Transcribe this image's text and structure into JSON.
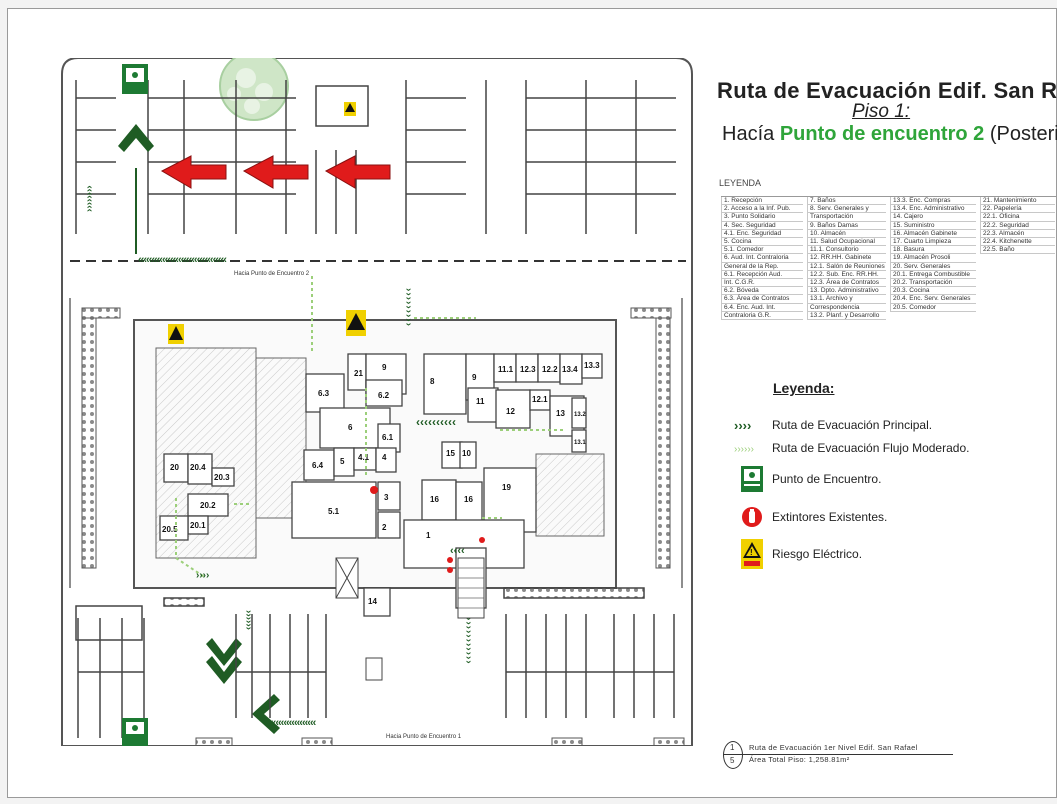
{
  "title": "Ruta de Evacuación Edif. San Rafael",
  "floor": "Piso 1:",
  "toward": {
    "prefix": "Hacía ",
    "highlight": "Punto de encuentro 2",
    "suffix": " (Posterior)"
  },
  "legend_table": {
    "title": "LEYENDA",
    "columns": [
      [
        "1.    Recepción",
        "2.    Acceso a la Inf. Pub.",
        "3.    Punto Solidario",
        "4.    Sec. Seguridad",
        "4.1.  Enc. Seguridad",
        "5.    Cocina",
        "5.1.  Comedor",
        "6.    Aud. Int. Contraloria",
        "       General de la Rep.",
        "6.1.  Recepción Aud.",
        "       Int. C.G.R.",
        "6.2.  Bóveda",
        "6.3.  Área de Contratos",
        "6.4.  Enc. Aud. Int.",
        "       Contraloria G.R."
      ],
      [
        "7.    Baños",
        "8.    Serv. Generales y",
        "       Transportación",
        "9.    Baños Damas",
        "10.   Almacén",
        "11.   Salud Ocupacional",
        "11.1. Consultorio",
        "12.   RR.HH. Gabinete",
        "12.1. Salón de Reuniones",
        "12.2. Sub. Enc. RR.HH.",
        "12.3. Área de Contratos",
        "13.   Dpto. Administrativo",
        "13.1. Archivo y",
        "       Correspondencia",
        "13.2. Planf. y Desarrollo"
      ],
      [
        "13.3. Enc. Compras",
        "13.4. Enc. Administrativo",
        "14.   Cajero",
        "15.   Suministro",
        "16.   Almacén Gabinete",
        "17.   Cuarto Limpieza",
        "18.   Basura",
        "19.   Almacén Prosoli",
        "20.   Serv. Generales",
        "20.1. Entrega Combustible",
        "20.2. Transportación",
        "20.3. Cocina",
        "20.4. Enc. Serv. Generales",
        "20.5. Comedor"
      ],
      [
        "21.   Mantenimiento",
        "22.   Papelería",
        "22.1. Oficina",
        "22.2. Seguridad",
        "22.3. Almacén",
        "22.4. Kitchenette",
        "22.5. Baño"
      ]
    ]
  },
  "legend": {
    "heading": "Leyenda:",
    "items": [
      {
        "icon": "main-route-chevrons-icon",
        "label": "Ruta de Evacuación Principal."
      },
      {
        "icon": "moderate-route-chevrons-icon",
        "label": "Ruta de Evacuación Flujo Moderado."
      },
      {
        "icon": "meeting-point-icon",
        "label": "Punto de Encuentro."
      },
      {
        "icon": "fire-extinguisher-icon",
        "label": "Extintores Existentes."
      },
      {
        "icon": "electrical-risk-icon",
        "label": "Riesgo Eléctrico."
      }
    ]
  },
  "footer_ref": {
    "sheet_top": "1",
    "sheet_bottom": "5",
    "line1": "Ruta de Evacuación 1er Nivel Edif. San Rafael",
    "line2": "Área Total Piso: 1,258.81m²"
  },
  "map": {
    "label_to_point2": "Hacia Punto de Encuentro 2",
    "label_to_point1": "Hacia Punto de Encuentro 1",
    "rooms": [
      "21",
      "9",
      "8",
      "9",
      "11.1",
      "12.3",
      "12.2",
      "13.4",
      "13.3",
      "6.3",
      "6.2",
      "11",
      "12",
      "12.1",
      "13",
      "13.2",
      "6",
      "6.1",
      "13.1",
      "6.4",
      "5",
      "4.1",
      "4",
      "15",
      "10",
      "20",
      "20.4",
      "20.3",
      "16",
      "16",
      "19",
      "3",
      "20.2",
      "5.1",
      "20.1",
      "20.5",
      "2",
      "1",
      "14"
    ],
    "colors": {
      "main_route": "#1f5c24",
      "moderate_route": "#9ccf7a",
      "arrow": "#e01b1b",
      "tree": "#b9d9b0",
      "accent": "#2fa53a"
    }
  }
}
